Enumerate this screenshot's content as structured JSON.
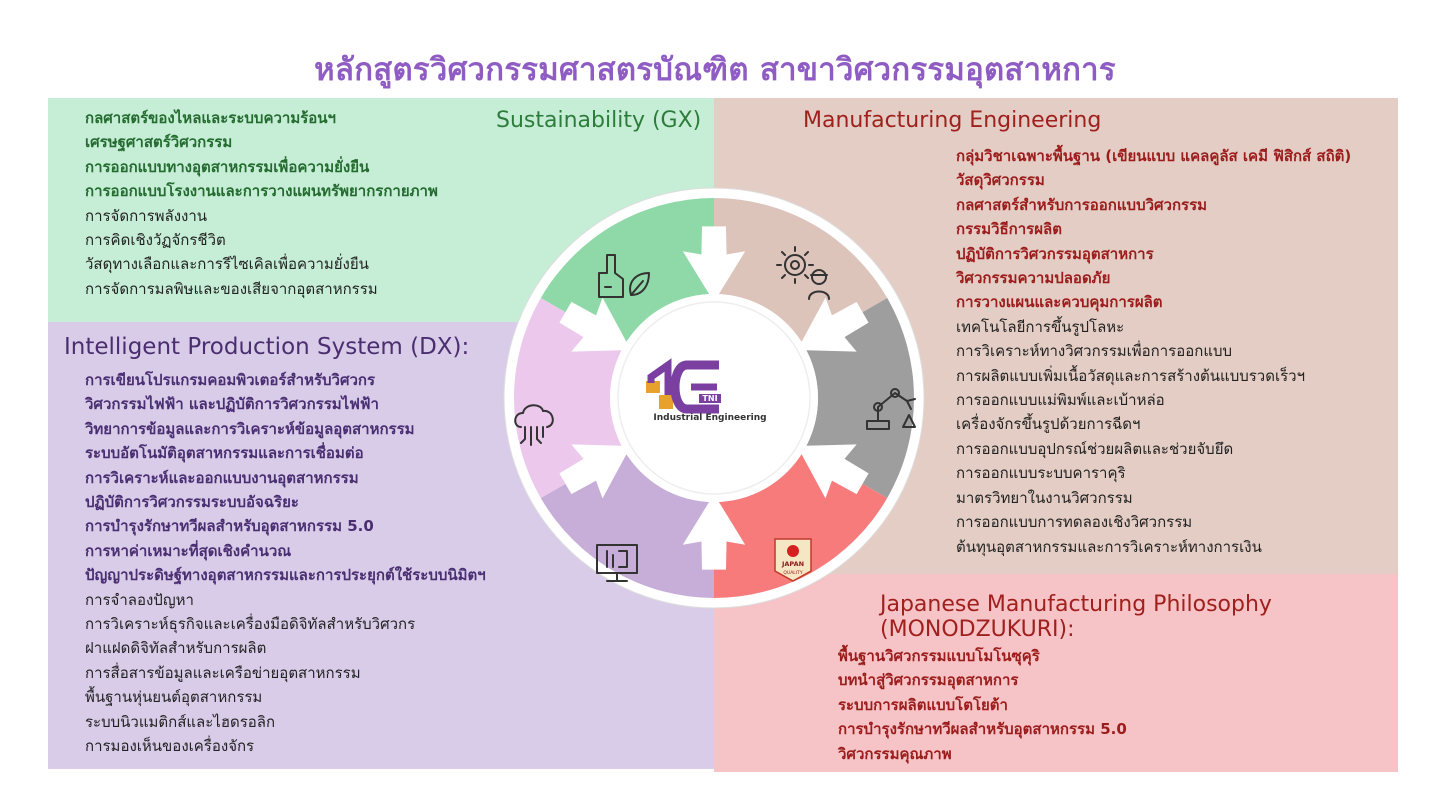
{
  "title": "หลักสูตรวิศวกรรมศาสตรบัณฑิต สาขาวิศวกรรมอุตสาหการ",
  "sections": {
    "gx": {
      "heading": "Sustainability (GX)",
      "items": [
        {
          "text": "กลศาสตร์ของไหลและระบบความร้อนฯ",
          "style": "bold-green"
        },
        {
          "text": "เศรษฐศาสตร์วิศวกรรม",
          "style": "bold-green"
        },
        {
          "text": "การออกแบบทางอุตสาหกรรมเพื่อความยั่งยืน",
          "style": "bold-green"
        },
        {
          "text": "การออกแบบโรงงานและการวางแผนทรัพยากรกายภาพ",
          "style": "bold-green"
        },
        {
          "text": "การจัดการพลังงาน",
          "style": "plain"
        },
        {
          "text": "การคิดเชิงวัฏจักรชีวิต",
          "style": "plain"
        },
        {
          "text": "วัสดุทางเลือกและการรีไซเคิลเพื่อความยั่งยืน",
          "style": "plain"
        },
        {
          "text": "การจัดการมลพิษและของเสียจากอุตสาหกรรม",
          "style": "plain"
        }
      ]
    },
    "manufacturing": {
      "heading": "Manufacturing Engineering",
      "items": [
        {
          "text": "กลุ่มวิชาเฉพาะพื้นฐาน (เขียนแบบ แคลคูลัส เคมี ฟิสิกส์ สถิติ)",
          "style": "bold-red"
        },
        {
          "text": "วัสดุวิศวกรรม",
          "style": "bold-red"
        },
        {
          "text": "กลศาสตร์สำหรับการออกแบบวิศวกรรม",
          "style": "bold-red"
        },
        {
          "text": "กรรมวิธีการผลิต",
          "style": "bold-red"
        },
        {
          "text": "ปฏิบัติการวิศวกรรมอุตสาหการ",
          "style": "bold-red"
        },
        {
          "text": "วิศวกรรมความปลอดภัย",
          "style": "bold-red"
        },
        {
          "text": "การวางแผนและควบคุมการผลิต",
          "style": "bold-red"
        },
        {
          "text": "เทคโนโลยีการขึ้นรูปโลหะ",
          "style": "plain"
        },
        {
          "text": "การวิเคราะห์ทางวิศวกรรมเพื่อการออกแบบ",
          "style": "plain"
        },
        {
          "text": "การผลิตแบบเพิ่มเนื้อวัสดุและการสร้างต้นแบบรวดเร็วฯ",
          "style": "plain"
        },
        {
          "text": "การออกแบบแม่พิมพ์และเบ้าหล่อ",
          "style": "plain"
        },
        {
          "text": "เครื่องจักรขึ้นรูปด้วยการฉีดฯ",
          "style": "plain"
        },
        {
          "text": "การออกแบบอุปกรณ์ช่วยผลิตและช่วยจับยึด",
          "style": "plain"
        },
        {
          "text": "การออกแบบระบบคาราคุริ",
          "style": "plain"
        },
        {
          "text": "มาตรวิทยาในงานวิศวกรรม",
          "style": "plain"
        },
        {
          "text": "การออกแบบการทดลองเชิงวิศวกรรม",
          "style": "plain"
        },
        {
          "text": "ต้นทุนอุตสาหกรรมและการวิเคราะห์ทางการเงิน",
          "style": "plain"
        }
      ]
    },
    "dx": {
      "heading": "Intelligent Production System (DX):",
      "items": [
        {
          "text": "การเขียนโปรแกรมคอมพิวเตอร์สำหรับวิศวกร",
          "style": "bold-purple"
        },
        {
          "text": "วิศวกรรมไฟฟ้า และปฏิบัติการวิศวกรรมไฟฟ้า",
          "style": "bold-purple"
        },
        {
          "text": "วิทยาการข้อมูลและการวิเคราะห์ข้อมูลอุตสาหกรรม",
          "style": "bold-purple"
        },
        {
          "text": "ระบบอัตโนมัติอุตสาหกรรมและการเชื่อมต่อ",
          "style": "bold-purple"
        },
        {
          "text": "การวิเคราะห์และออกแบบงานอุตสาหกรรม",
          "style": "bold-purple"
        },
        {
          "text": "ปฏิบัติการวิศวกรรมระบบอัจฉริยะ",
          "style": "bold-purple"
        },
        {
          "text": "การบำรุงรักษาทวีผลสำหรับอุตสาหกรรม 5.0",
          "style": "bold-purple"
        },
        {
          "text": "การหาค่าเหมาะที่สุดเชิงคำนวณ",
          "style": "bold-purple"
        },
        {
          "text": "ปัญญาประดิษฐ์ทางอุตสาหกรรมและการประยุกต์ใช้ระบบนิมิตฯ",
          "style": "bold-purple"
        },
        {
          "text": "การจำลองปัญหา",
          "style": "plain"
        },
        {
          "text": "การวิเคราะห์ธุรกิจและเครื่องมือดิจิทัลสำหรับวิศวกร",
          "style": "plain"
        },
        {
          "text": "ฝาแฝดดิจิทัลสำหรับการผลิต",
          "style": "plain"
        },
        {
          "text": "การสื่อสารข้อมูลและเครือข่ายอุตสาหกรรม",
          "style": "plain"
        },
        {
          "text": "พื้นฐานหุ่นยนต์อุตสาหกรรม",
          "style": "plain"
        },
        {
          "text": "ระบบนิวแมติกส์และไฮดรอลิก",
          "style": "plain"
        },
        {
          "text": "การมองเห็นของเครื่องจักร",
          "style": "plain"
        }
      ]
    },
    "japan": {
      "heading": "Japanese Manufacturing Philosophy (MONODZUKURI):",
      "items": [
        {
          "text": "พื้นฐานวิศวกรรมแบบโมโนซุคุริ",
          "style": "bold-red"
        },
        {
          "text": "บทนำสู่วิศวกรรมอุตสาหการ",
          "style": "bold-red"
        },
        {
          "text": "ระบบการผลิตแบบโตโยต้า",
          "style": "bold-red"
        },
        {
          "text": "การบำรุงรักษาทวีผลสำหรับอุตสาหกรรม 5.0",
          "style": "bold-red"
        },
        {
          "text": "วิศวกรรมคุณภาพ",
          "style": "bold-red"
        }
      ]
    }
  },
  "wheel": {
    "logo_badge": "TNI",
    "logo_name": "Industrial Engineering",
    "badge_japan": "JAPAN",
    "badge_quality": "QUALITY",
    "segment_colors": {
      "gx": "#8fd9a8",
      "manufacturing": "#dcc4bb",
      "robot": "#9e9e9e",
      "japan": "#f77b7b",
      "digital": "#c7aed8",
      "cloud": "#ecc8ec"
    },
    "icons": [
      "factory-leaf-icon",
      "gear-worker-icon",
      "robot-arm-icon",
      "japan-quality-icon",
      "digital-twin-icon",
      "cloud-icon"
    ]
  }
}
